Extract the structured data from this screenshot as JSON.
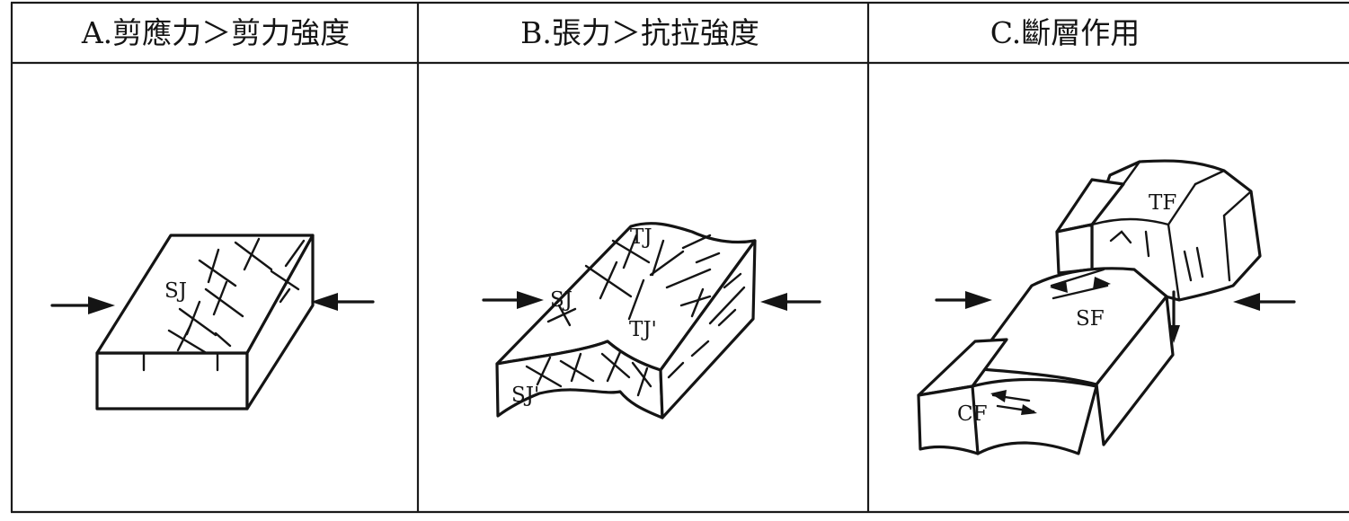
{
  "panels": [
    {
      "id": "A",
      "header": "A.剪應力＞剪力強度",
      "labels": [
        "SJ"
      ]
    },
    {
      "id": "B",
      "header": "B.張力＞抗拉強度",
      "labels": [
        "TJ",
        "SJ",
        "TJ'",
        "SJ'"
      ]
    },
    {
      "id": "C",
      "header": "C.斷層作用",
      "labels": [
        "TF",
        "SF",
        "CF"
      ]
    }
  ]
}
